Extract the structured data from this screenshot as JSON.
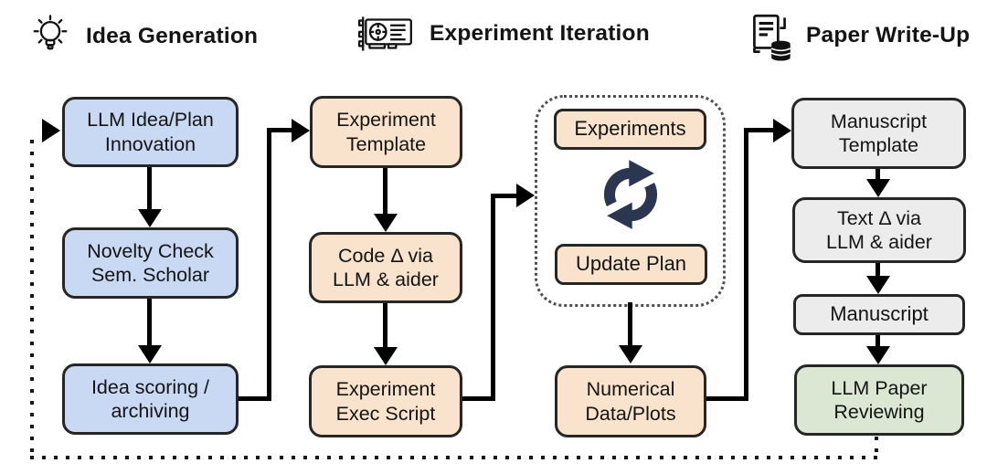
{
  "diagram": {
    "headers": [
      {
        "label": "Idea Generation",
        "icon": "lightbulb-icon"
      },
      {
        "label": "Experiment Iteration",
        "icon": "gpu-card-icon"
      },
      {
        "label": "Paper Write-Up",
        "icon": "paper-stack-icon"
      }
    ],
    "boxes": {
      "llm_idea_plan": {
        "lines": [
          "LLM Idea/Plan",
          "Innovation"
        ]
      },
      "novelty_check": {
        "lines": [
          "Novelty Check",
          "Sem. Scholar"
        ]
      },
      "idea_scoring": {
        "lines": [
          "Idea scoring /",
          "archiving"
        ]
      },
      "experiment_template": {
        "lines": [
          "Experiment",
          "Template"
        ]
      },
      "code_delta": {
        "lines": [
          "Code Δ via",
          "LLM & aider"
        ]
      },
      "experiment_exec": {
        "lines": [
          "Experiment",
          "Exec Script"
        ]
      },
      "experiments": {
        "lines": [
          "Experiments"
        ]
      },
      "update_plan": {
        "lines": [
          "Update Plan"
        ]
      },
      "numerical_data": {
        "lines": [
          "Numerical",
          "Data/Plots"
        ]
      },
      "manuscript_template": {
        "lines": [
          "Manuscript",
          "Template"
        ]
      },
      "text_delta": {
        "lines": [
          "Text Δ via",
          "LLM & aider"
        ]
      },
      "manuscript": {
        "lines": [
          "Manuscript"
        ]
      },
      "llm_paper_reviewing": {
        "lines": [
          "LLM Paper",
          "Reviewing"
        ]
      }
    },
    "icons": {
      "loop": "cycle-icon"
    },
    "colors": {
      "idea_fill": "#c9d8f3",
      "experiment_fill": "#f9e3cc",
      "paper_fill": "#ececec",
      "review_fill": "#dbe7d3",
      "box_border": "#262626",
      "arrow": "#000000",
      "cycle_icon": "#2b3750",
      "feedback_dots": "#161616",
      "loop_region_dots": "#4f4f4f",
      "background": "#ffffff"
    }
  }
}
